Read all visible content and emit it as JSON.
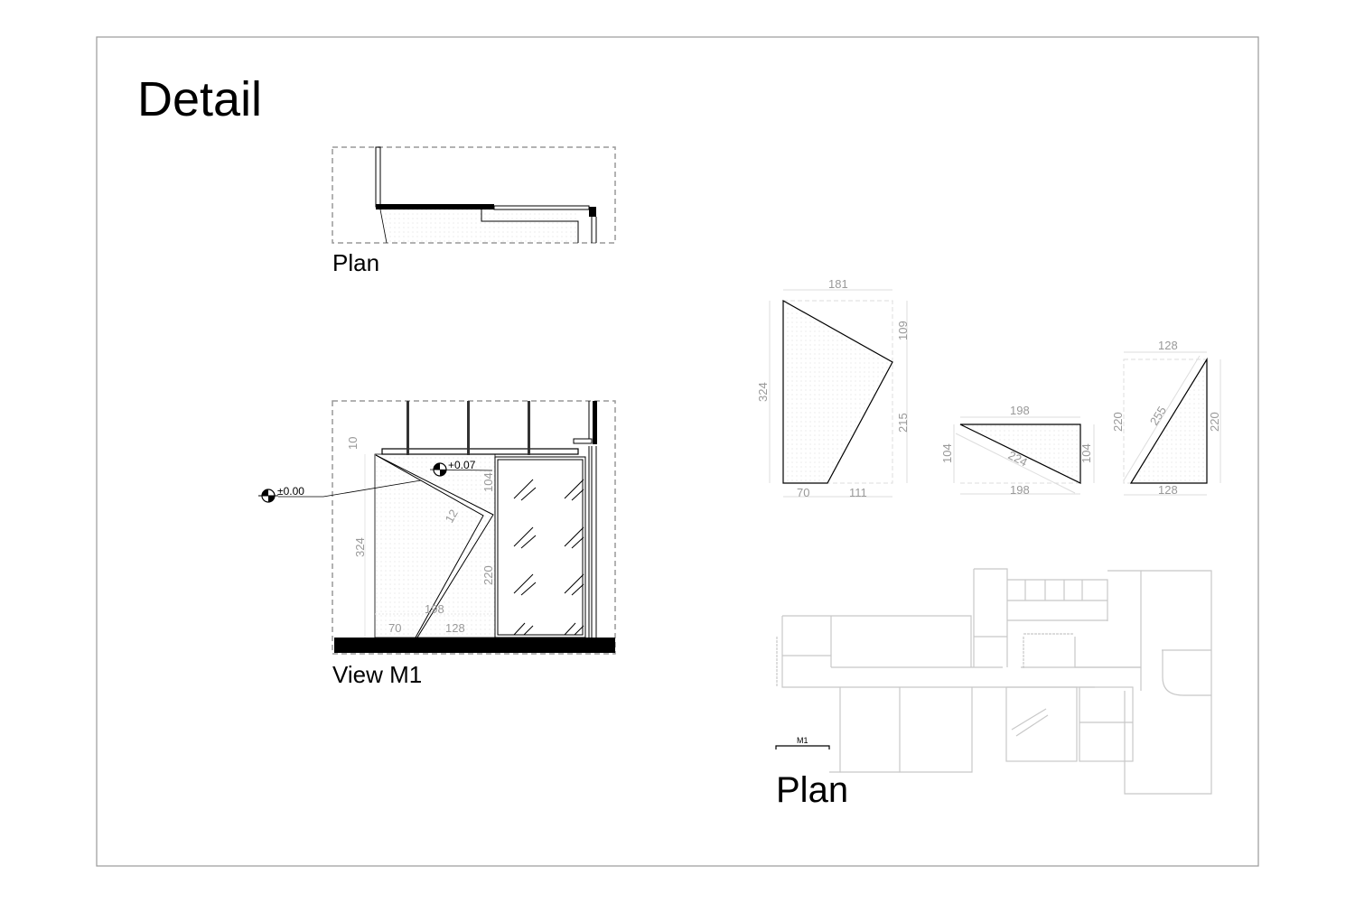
{
  "sheet": {
    "title": "Detail"
  },
  "plan_detail": {
    "label": "Plan"
  },
  "view_m1": {
    "label": "View M1",
    "levels": {
      "base": "±0.00",
      "top": "+0.07"
    },
    "dims": {
      "top_gap": "10",
      "height": "324",
      "upper": "104",
      "thickness": "12",
      "lower": "220",
      "diagonal": "198",
      "base_left": "70",
      "base_right": "128"
    }
  },
  "panels": [
    {
      "name": "panel-1",
      "dims": {
        "top": "181",
        "right_upper": "109",
        "right_lower": "215",
        "left": "324",
        "bottom_left": "70",
        "bottom_right": "111"
      }
    },
    {
      "name": "panel-2",
      "dims": {
        "top": "198",
        "left": "104",
        "right": "104",
        "diagonal": "224",
        "bottom": "198"
      }
    },
    {
      "name": "panel-3",
      "dims": {
        "top": "128",
        "left": "220",
        "right": "220",
        "diagonal": "255",
        "bottom": "128"
      }
    }
  ],
  "floor_plan": {
    "label": "Plan",
    "section_marker": "M1"
  },
  "colors": {
    "frame": "#999999",
    "dimension": "#999999",
    "line": "#000000",
    "plan_lines": "#c8c8c8"
  }
}
